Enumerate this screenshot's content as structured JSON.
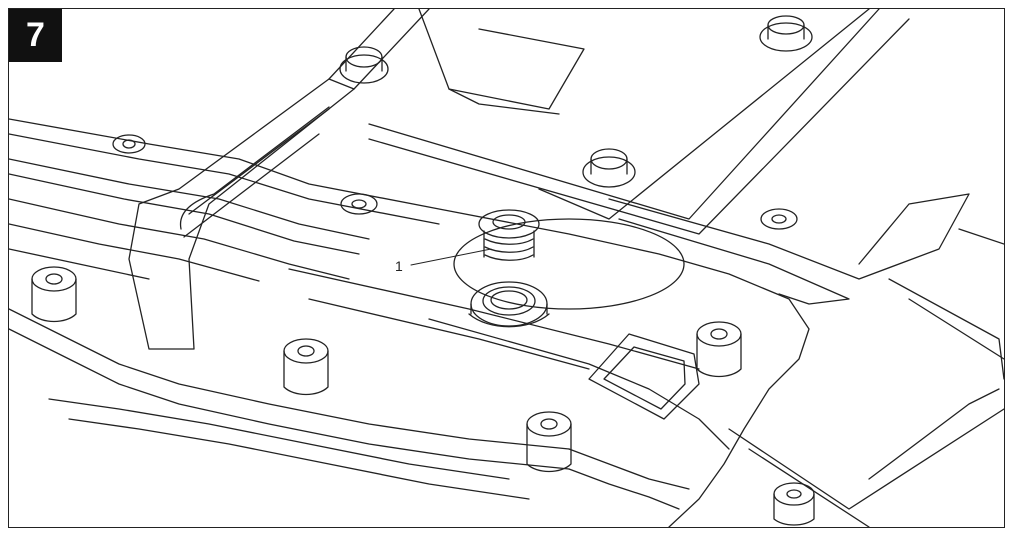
{
  "figure": {
    "step_number": "7",
    "callouts": [
      {
        "id": "1",
        "text": "1"
      }
    ],
    "colors": {
      "line": "#222222",
      "badge_background": "#111111",
      "badge_text": "#ffffff",
      "background": "#ffffff"
    }
  }
}
